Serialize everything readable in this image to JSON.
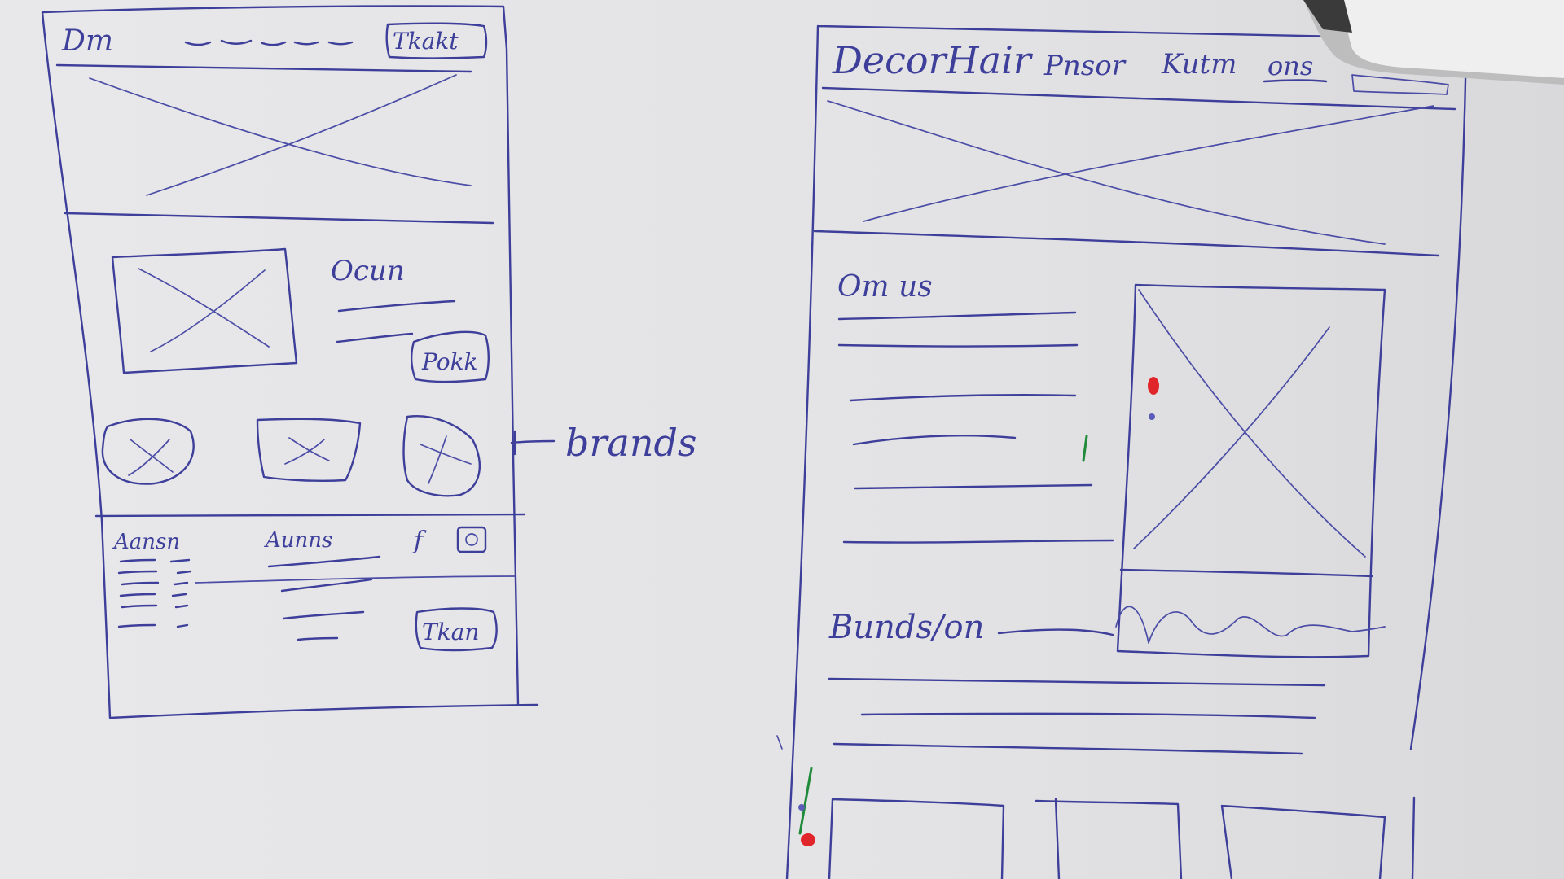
{
  "left_wireframe": {
    "nav_logo": "Dm",
    "nav_cta": "Tkakt",
    "section_title": "Ocun",
    "section_button": "Pokk",
    "footer_col1": "Aansn",
    "footer_col2": "Aunns",
    "footer_social_f": "f",
    "footer_button": "Tkan"
  },
  "annotation": {
    "brands": "brands"
  },
  "right_wireframe": {
    "nav_logo": "DecorHair",
    "nav_item_1": "Pnsor",
    "nav_item_2": "Kutm",
    "nav_item_3": "ons",
    "about_title": "Om us",
    "brands_title": "Bunds/on"
  },
  "colors": {
    "paper": "#e4e4e6",
    "ink": "#3d3f9a",
    "red_marker": "#e0262a",
    "green_marker": "#1f8a3a"
  }
}
